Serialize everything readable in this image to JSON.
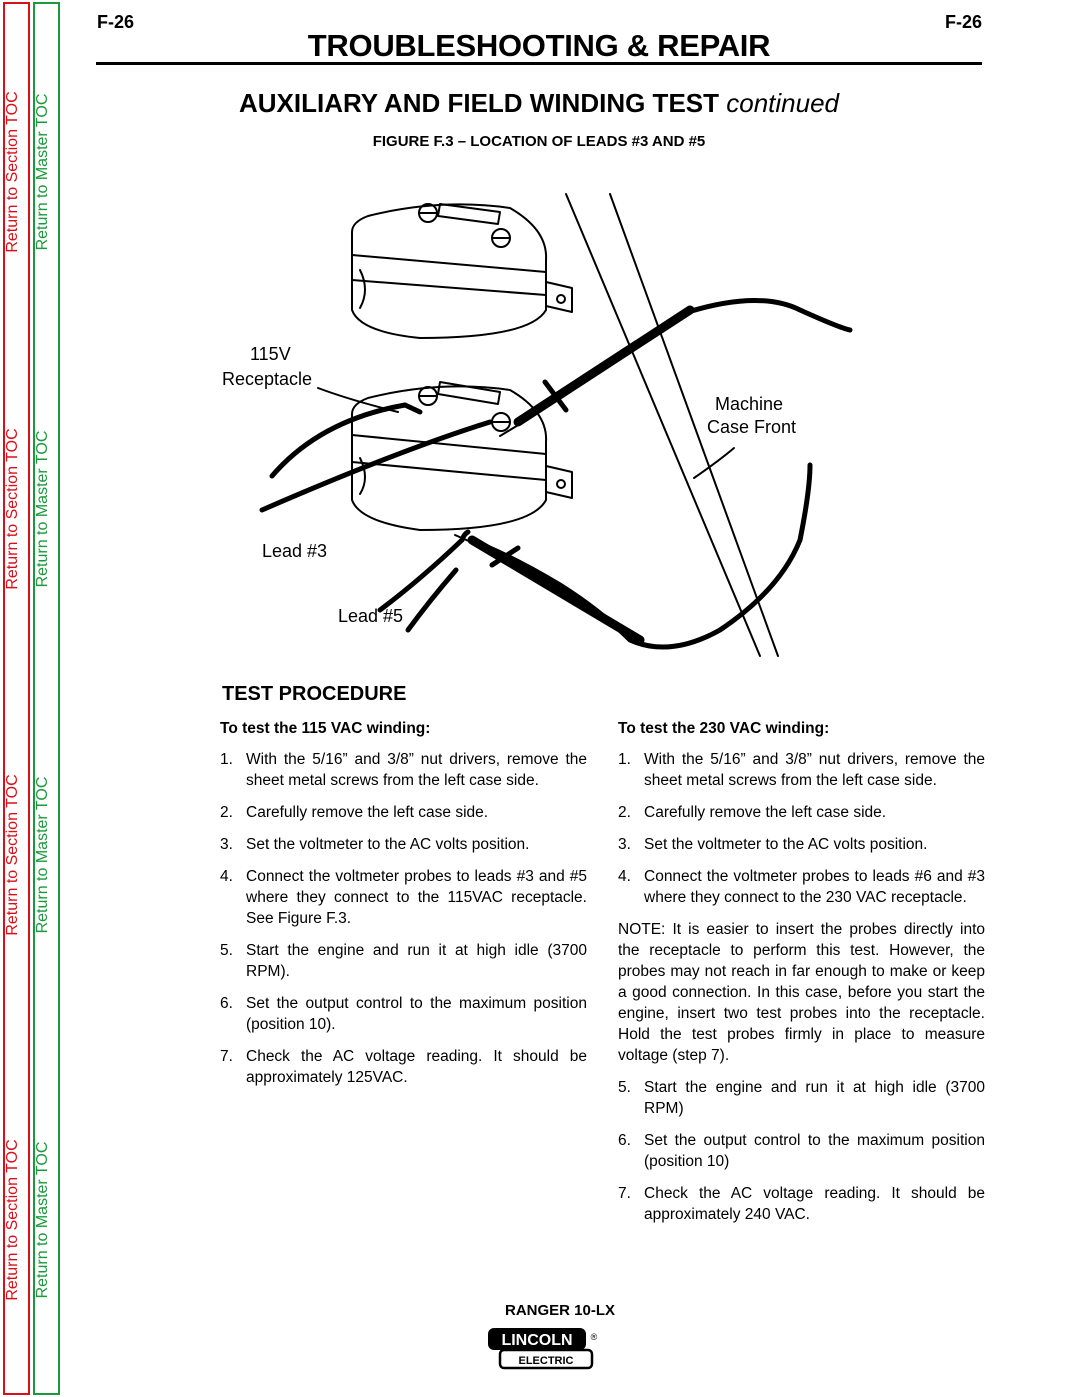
{
  "sidebar": {
    "section_toc": "Return to Section TOC",
    "master_toc": "Return to Master TOC"
  },
  "header": {
    "page_left": "F-26",
    "page_right": "F-26",
    "title": "TROUBLESHOOTING & REPAIR"
  },
  "section": {
    "title_main": "AUXILIARY AND FIELD WINDING TEST",
    "title_cont": "continued"
  },
  "figure": {
    "caption": "FIGURE F.3 – LOCATION OF LEADS #3 AND #5",
    "labels": {
      "receptacle_line1": "115V",
      "receptacle_line2": "Receptacle",
      "machine_line1": "Machine",
      "machine_line2": "Case Front",
      "lead3": "Lead #3",
      "lead5": "Lead #5"
    }
  },
  "procedure": {
    "heading": "TEST PROCEDURE",
    "left": {
      "subheading": "To test the 115 VAC winding:",
      "steps": [
        {
          "n": "1.",
          "t": "With the 5/16” and 3/8” nut drivers, remove the sheet metal screws from the left case side."
        },
        {
          "n": "2.",
          "t": "Carefully remove the left case side."
        },
        {
          "n": "3.",
          "t": "Set the voltmeter to the AC volts position."
        },
        {
          "n": "4.",
          "t": "Connect the voltmeter probes to leads #3 and #5 where they connect to the 115VAC receptacle. See Figure F.3."
        },
        {
          "n": "5.",
          "t": "Start the engine and run it at high idle (3700 RPM)."
        },
        {
          "n": "6.",
          "t": "Set the output control to the maximum position (position 10)."
        },
        {
          "n": "7.",
          "t": "Check the AC voltage reading. It should be approximately 125VAC."
        }
      ]
    },
    "right": {
      "subheading": "To test the 230 VAC winding:",
      "steps_a": [
        {
          "n": "1.",
          "t": "With the 5/16” and 3/8” nut drivers, remove the sheet metal screws from the left case side."
        },
        {
          "n": "2.",
          "t": "Carefully remove the left case side."
        },
        {
          "n": "3.",
          "t": "Set the voltmeter to the AC volts position."
        },
        {
          "n": "4.",
          "t": "Connect the voltmeter probes to leads #6 and #3 where they connect to the 230 VAC receptacle."
        }
      ],
      "note": "NOTE: It is easier to insert the probes directly into the receptacle to perform this test. However, the probes may not reach in far enough to make or keep a good connection. In this case, before you start the engine, insert two test probes into the receptacle. Hold the test probes firmly in place to measure voltage (step 7).",
      "steps_b": [
        {
          "n": "5.",
          "t": "Start the engine and run it at high idle (3700 RPM)"
        },
        {
          "n": "6.",
          "t": "Set the output control to the maximum position (position 10)"
        },
        {
          "n": "7.",
          "t": "Check the AC voltage reading. It should be approximately 240 VAC."
        }
      ]
    }
  },
  "footer": {
    "model": "RANGER 10-LX",
    "logo_top": "LINCOLN",
    "logo_bottom": "ELECTRIC",
    "logo_mark": "®"
  }
}
